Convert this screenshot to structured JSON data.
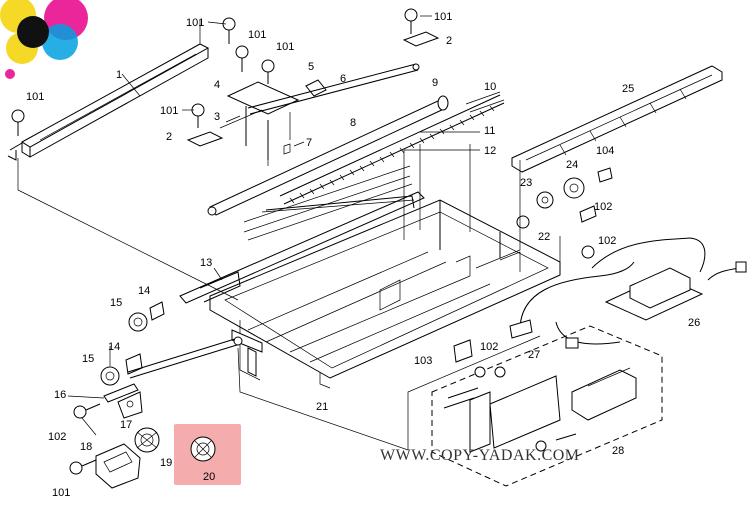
{
  "watermark": "WWW.COPY-YADAK.COM",
  "highlight": {
    "color": "#f4a3a3",
    "part": "20"
  },
  "logo_colors": [
    "#f5d200",
    "#e8008a",
    "#00a0e0",
    "#111111"
  ],
  "callouts": {
    "c101a": "101",
    "c101b": "101",
    "c101c": "101",
    "c101d": "101",
    "c101e": "101",
    "c101f": "101",
    "c101g": "101",
    "c1": "1",
    "c2a": "2",
    "c2b": "2",
    "c3": "3",
    "c4": "4",
    "c5": "5",
    "c6": "6",
    "c7": "7",
    "c8": "8",
    "c9": "9",
    "c10": "10",
    "c11": "11",
    "c12": "12",
    "c13": "13",
    "c14a": "14",
    "c14b": "14",
    "c15a": "15",
    "c15b": "15",
    "c16": "16",
    "c17": "17",
    "c18": "18",
    "c19": "19",
    "c20": "20",
    "c21": "21",
    "c22": "22",
    "c23": "23",
    "c24": "24",
    "c25": "25",
    "c26": "26",
    "c27": "27",
    "c28": "28",
    "c102a": "102",
    "c102b": "102",
    "c102c": "102",
    "c102d": "102",
    "c103": "103",
    "c104": "104"
  }
}
